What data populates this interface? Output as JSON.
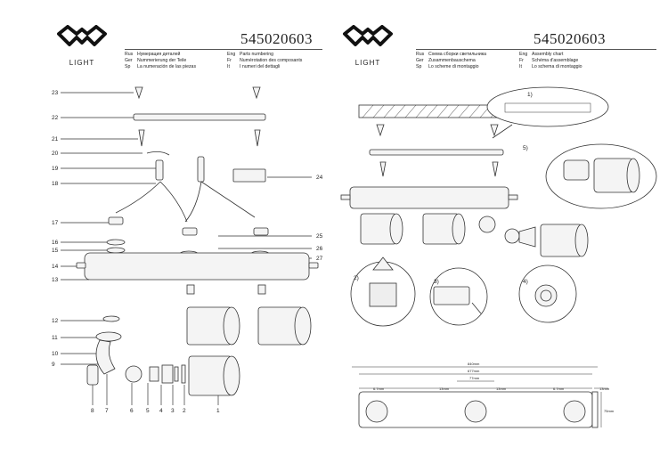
{
  "left": {
    "logo_text": "LIGHT",
    "model": "545020603",
    "legend_left": [
      {
        "code": "Rus",
        "text": "Нумерация деталей"
      },
      {
        "code": "Ger",
        "text": "Nummerierung der Teile"
      },
      {
        "code": "Sp",
        "text": "La numeración de las piezas"
      }
    ],
    "legend_right": [
      {
        "code": "Eng",
        "text": "Parts numbering"
      },
      {
        "code": "Fr",
        "text": "Numérotation des composants"
      },
      {
        "code": "It",
        "text": "I numeri del dettagli"
      }
    ],
    "part_numbers_left": [
      "23",
      "22",
      "21",
      "20",
      "19",
      "18",
      "17",
      "16",
      "15",
      "14",
      "13",
      "12",
      "11",
      "10",
      "9"
    ],
    "part_numbers_right": [
      "24",
      "25",
      "26",
      "27"
    ],
    "part_numbers_bottom": [
      "8",
      "7",
      "6",
      "5",
      "4",
      "3",
      "2",
      "1"
    ]
  },
  "right": {
    "logo_text": "LIGHT",
    "model": "545020603",
    "legend_left": [
      {
        "code": "Rus",
        "text": "Схема сборки светильника"
      },
      {
        "code": "Ger",
        "text": "Zusammenbauschema"
      },
      {
        "code": "Sp",
        "text": "Lo scheme di montaggio"
      }
    ],
    "legend_right": [
      {
        "code": "Eng",
        "text": "Assembly chart"
      },
      {
        "code": "Fr",
        "text": "Schéma d'assemblage"
      },
      {
        "code": "It",
        "text": "Lo schema di montaggio"
      }
    ],
    "steps": [
      "1)",
      "2)",
      "3)",
      "4)",
      "5)"
    ],
    "dimensions": {
      "overall": "840mm",
      "inner": "677mm",
      "center": "77mm",
      "side_left": "6.7mm",
      "mid_left": "13mm",
      "mid_right": "13mm",
      "side_right": "6.7mm",
      "height": "13mm",
      "depth": "75mm"
    }
  }
}
